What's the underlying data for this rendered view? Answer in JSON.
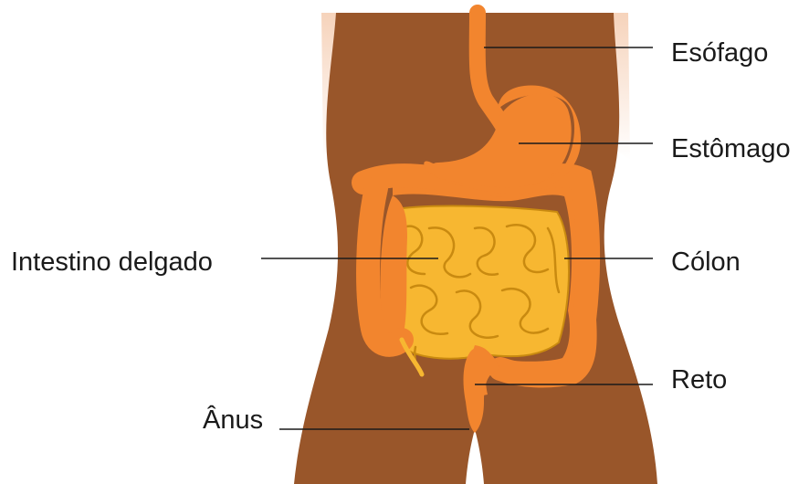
{
  "labels": {
    "esofago": "Esófago",
    "estomago": "Estômago",
    "colon": "Cólon",
    "reto": "Reto",
    "intestino_delgado": "Intestino delgado",
    "anus": "Ânus"
  },
  "colors": {
    "skin": "#99562a",
    "skin_edge": "#f2c6a6",
    "organ": "#f2852e",
    "organ_dark": "#c9621a",
    "small_intestine": "#f7b731",
    "leader_line": "#1a1a1a"
  }
}
